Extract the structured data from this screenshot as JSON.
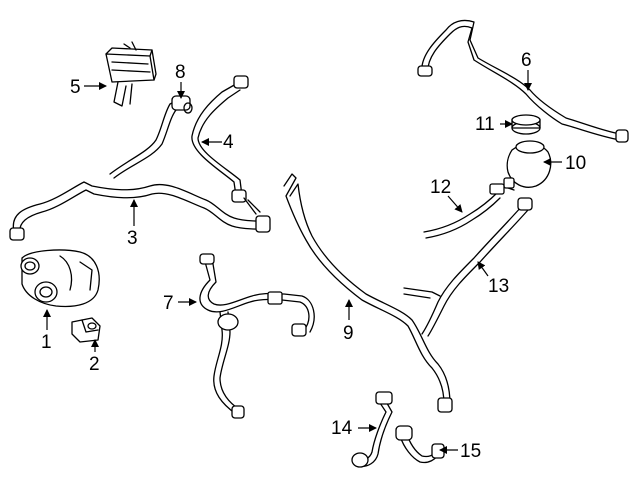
{
  "diagram": {
    "background": "#ffffff",
    "line_color": "#000000",
    "callouts": [
      {
        "id": "1",
        "label": "1"
      },
      {
        "id": "2",
        "label": "2"
      },
      {
        "id": "3",
        "label": "3"
      },
      {
        "id": "4",
        "label": "4"
      },
      {
        "id": "5",
        "label": "5"
      },
      {
        "id": "6",
        "label": "6"
      },
      {
        "id": "7",
        "label": "7"
      },
      {
        "id": "8",
        "label": "8"
      },
      {
        "id": "9",
        "label": "9"
      },
      {
        "id": "10",
        "label": "10"
      },
      {
        "id": "11",
        "label": "11"
      },
      {
        "id": "12",
        "label": "12"
      },
      {
        "id": "13",
        "label": "13"
      },
      {
        "id": "14",
        "label": "14"
      },
      {
        "id": "15",
        "label": "15"
      }
    ]
  }
}
